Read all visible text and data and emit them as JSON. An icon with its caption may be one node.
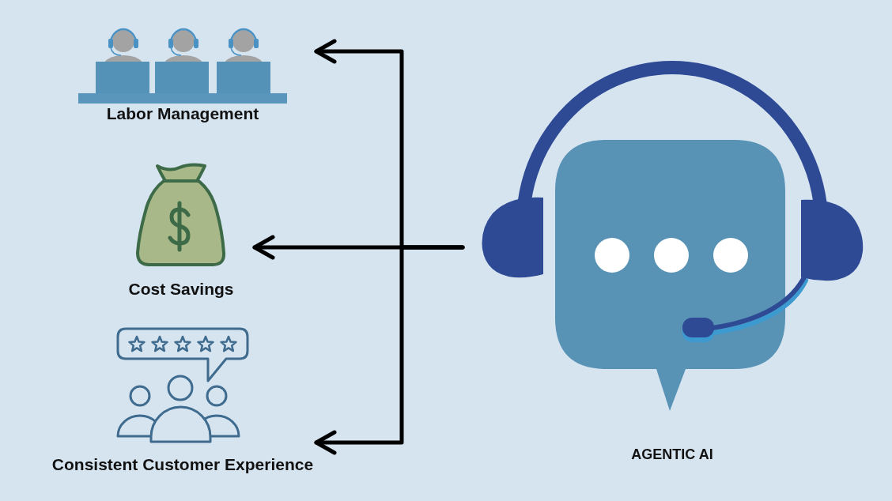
{
  "diagram": {
    "nodes": [
      {
        "text": [
          "Labor Management"
        ]
      },
      {
        "text": [
          "Cost Savings"
        ]
      },
      {
        "text": [
          "Consistent Customer Experience"
        ]
      },
      {
        "text": [
          "AGENTIC AI"
        ]
      }
    ],
    "edges": [
      {
        "from": 3,
        "to": 0,
        "arrow": "to"
      },
      {
        "from": 3,
        "to": 1,
        "arrow": "to"
      },
      {
        "from": 3,
        "to": 2,
        "arrow": "to"
      }
    ]
  }
}
